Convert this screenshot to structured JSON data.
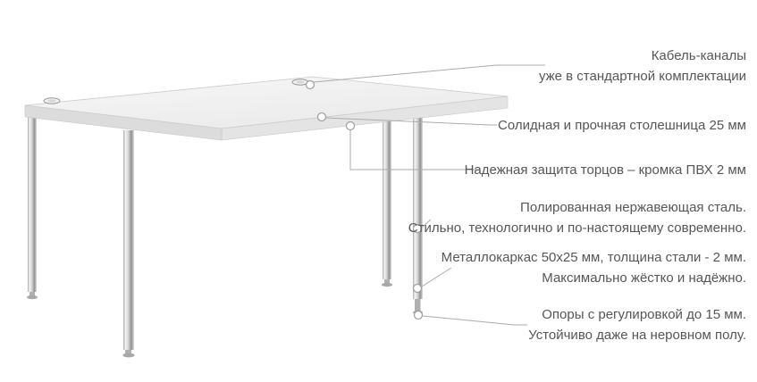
{
  "annotations": [
    {
      "id": "cable-channels",
      "lines": [
        "Кабель-каналы",
        "уже в стандартной комплектации"
      ]
    },
    {
      "id": "tabletop-25mm",
      "lines": [
        "Солидная и прочная столешница 25 мм"
      ]
    },
    {
      "id": "pvc-edge",
      "lines": [
        "Надежная защита торцов – кромка ПВХ 2 мм"
      ]
    },
    {
      "id": "stainless-steel",
      "lines": [
        "Полированная нержавеющая сталь.",
        "Стильно, технологично и по-настоящему современно."
      ]
    },
    {
      "id": "metal-frame",
      "lines": [
        "Металлокаркас 50х25 мм, толщина стали - 2 мм.",
        "Максимально жёстко и надёжно."
      ]
    },
    {
      "id": "adjustable-feet",
      "lines": [
        "Опоры с регулировкой до 15 мм.",
        "Устойчиво даже на неровном полу."
      ]
    }
  ],
  "colors": {
    "text": "#565656",
    "leader_line": "#ababab",
    "tabletop": "#f4f4f4",
    "tabletop_edge": "#e4e4e4",
    "leg_chrome": "#cfcfcf",
    "background": "#ffffff"
  }
}
